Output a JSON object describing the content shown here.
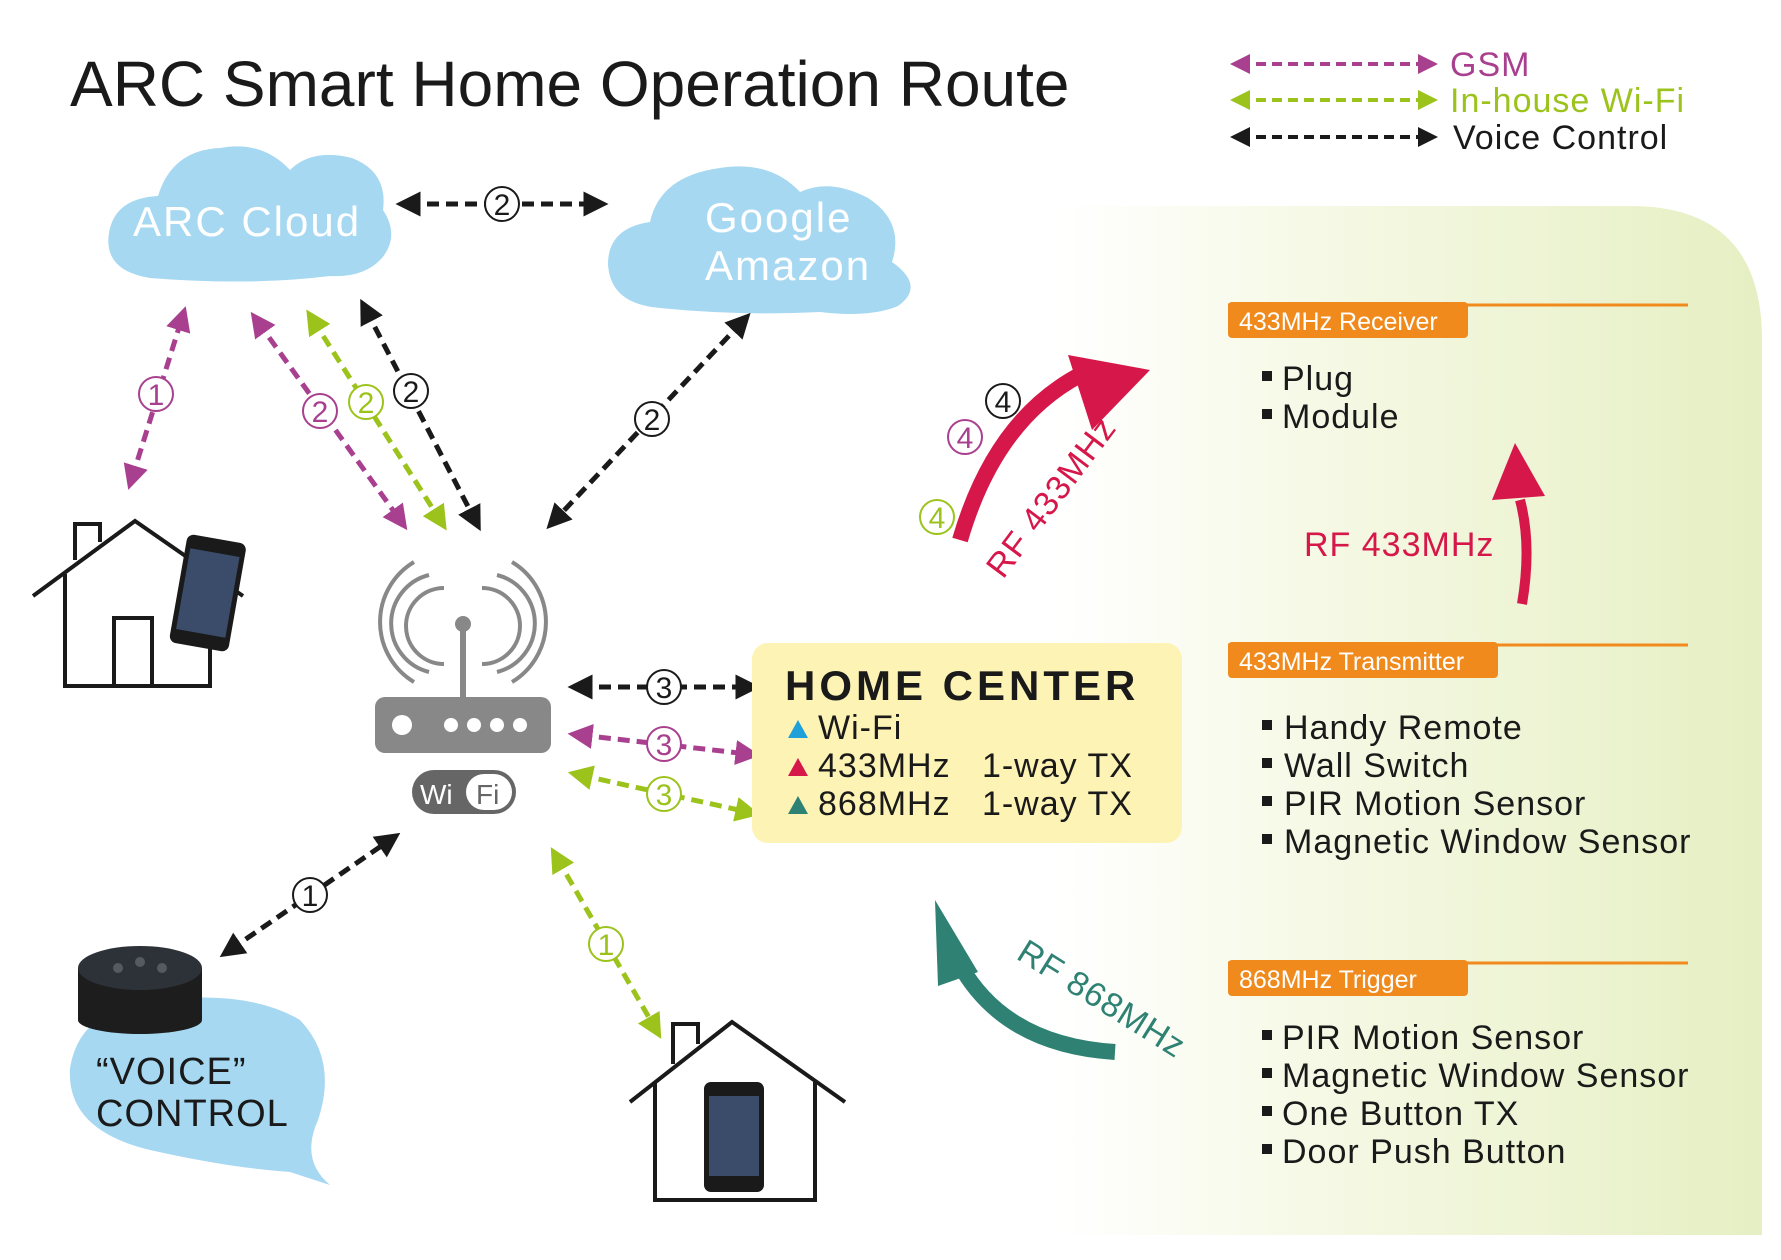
{
  "title": "ARC Smart Home Operation Route",
  "legend": [
    {
      "label": "GSM",
      "color": "#a8408f"
    },
    {
      "label": "In-house Wi-Fi",
      "color": "#9cc31c"
    },
    {
      "label": "Voice Control",
      "color": "#1a1a1a"
    }
  ],
  "clouds": {
    "arc": "ARC Cloud",
    "google": "Google",
    "amazon": "Amazon"
  },
  "home_center": {
    "title": "HOME CENTER",
    "rows": [
      {
        "text": "Wi-Fi",
        "marker_color": "#1fa0d8"
      },
      {
        "text": "433MHz   1-way TX",
        "marker_color": "#d6174a"
      },
      {
        "text": "868MHz   1-way TX",
        "marker_color": "#2f8273"
      }
    ]
  },
  "router": {
    "wifi_left": "Wi",
    "wifi_right": "Fi"
  },
  "voice": {
    "line1": "“VOICE”",
    "line2": "CONTROL"
  },
  "rf": {
    "red_arc": "RF 433MHz",
    "red_small": "RF 433MHz",
    "teal_arc": "RF 868MHz"
  },
  "numbers": {
    "one": "1",
    "two": "2",
    "three": "3",
    "four": "4"
  },
  "panels": {
    "receiver": {
      "tab": "433MHz Receiver",
      "items": [
        "Plug",
        "Module"
      ]
    },
    "transmitter": {
      "tab": "433MHz Transmitter",
      "items": [
        "Handy Remote",
        "Wall Switch",
        "PIR Motion Sensor",
        "Magnetic Window Sensor"
      ]
    },
    "trigger": {
      "tab": "868MHz Trigger",
      "items": [
        "PIR Motion Sensor",
        "Magnetic Window Sensor",
        "One Button TX",
        "Door Push Button"
      ]
    }
  },
  "colors": {
    "gsm": "#a8408f",
    "wifi": "#9cc31c",
    "voice": "#1a1a1a",
    "cloud": "#a6d8f2",
    "orange": "#f08a1c",
    "rf_red": "#d6174a",
    "rf_teal": "#2f8273",
    "home_center_bg": "#fdf3b4"
  }
}
